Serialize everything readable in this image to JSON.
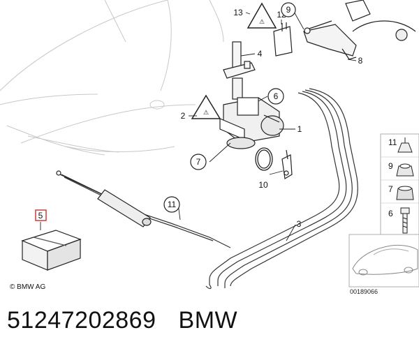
{
  "diagram": {
    "callouts": {
      "c1": "1",
      "c2": "2",
      "c3": "3",
      "c4": "4",
      "c5": "5",
      "c6": "6",
      "c7": "7",
      "c8": "8",
      "c9": "9",
      "c10": "10",
      "c11": "11",
      "c12": "12",
      "c13": "13"
    },
    "side_panel": {
      "s11": "11",
      "s9": "9",
      "s7": "7",
      "s6": "6"
    },
    "copyright": "© BMW AG",
    "diagram_ref": "00189066",
    "highlight_color": "#d23a3a"
  },
  "caption": {
    "part_number": "51247202869",
    "brand": "BMW"
  }
}
